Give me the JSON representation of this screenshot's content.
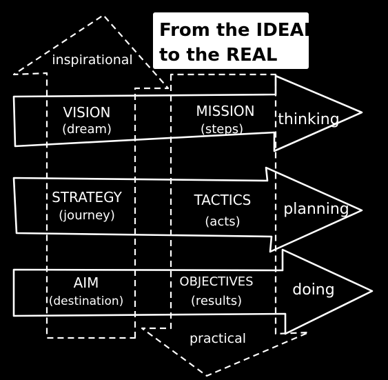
{
  "title": {
    "line1": "From the IDEAL",
    "line2": "to the REAL"
  },
  "columns": {
    "inspirational": "inspirational",
    "practical": "practical"
  },
  "rows": [
    {
      "left_term": "VISION",
      "left_gloss": "(dream)",
      "right_term": "MISSION",
      "right_gloss": "(steps)",
      "arrow_label": "thinking"
    },
    {
      "left_term": "STRATEGY",
      "left_gloss": "(journey)",
      "right_term": "TACTICS",
      "right_gloss": "(acts)",
      "arrow_label": "planning"
    },
    {
      "left_term": "AIM",
      "left_gloss": "(destination)",
      "right_term": "OBJECTIVES",
      "right_gloss": "(results)",
      "arrow_label": "doing"
    }
  ],
  "colors": {
    "background": "#000000",
    "ink": "#ffffff",
    "title_box": "#ffffff",
    "title_text": "#000000"
  }
}
